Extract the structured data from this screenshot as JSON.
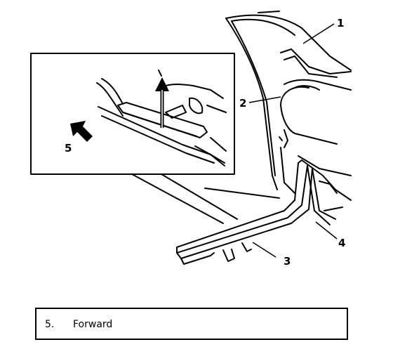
{
  "callouts": {
    "c1": "1",
    "c2": "2",
    "c3": "3",
    "c4": "4",
    "c5": "5"
  },
  "legend": {
    "items": [
      {
        "number": "5.",
        "label": "Forward"
      }
    ]
  }
}
